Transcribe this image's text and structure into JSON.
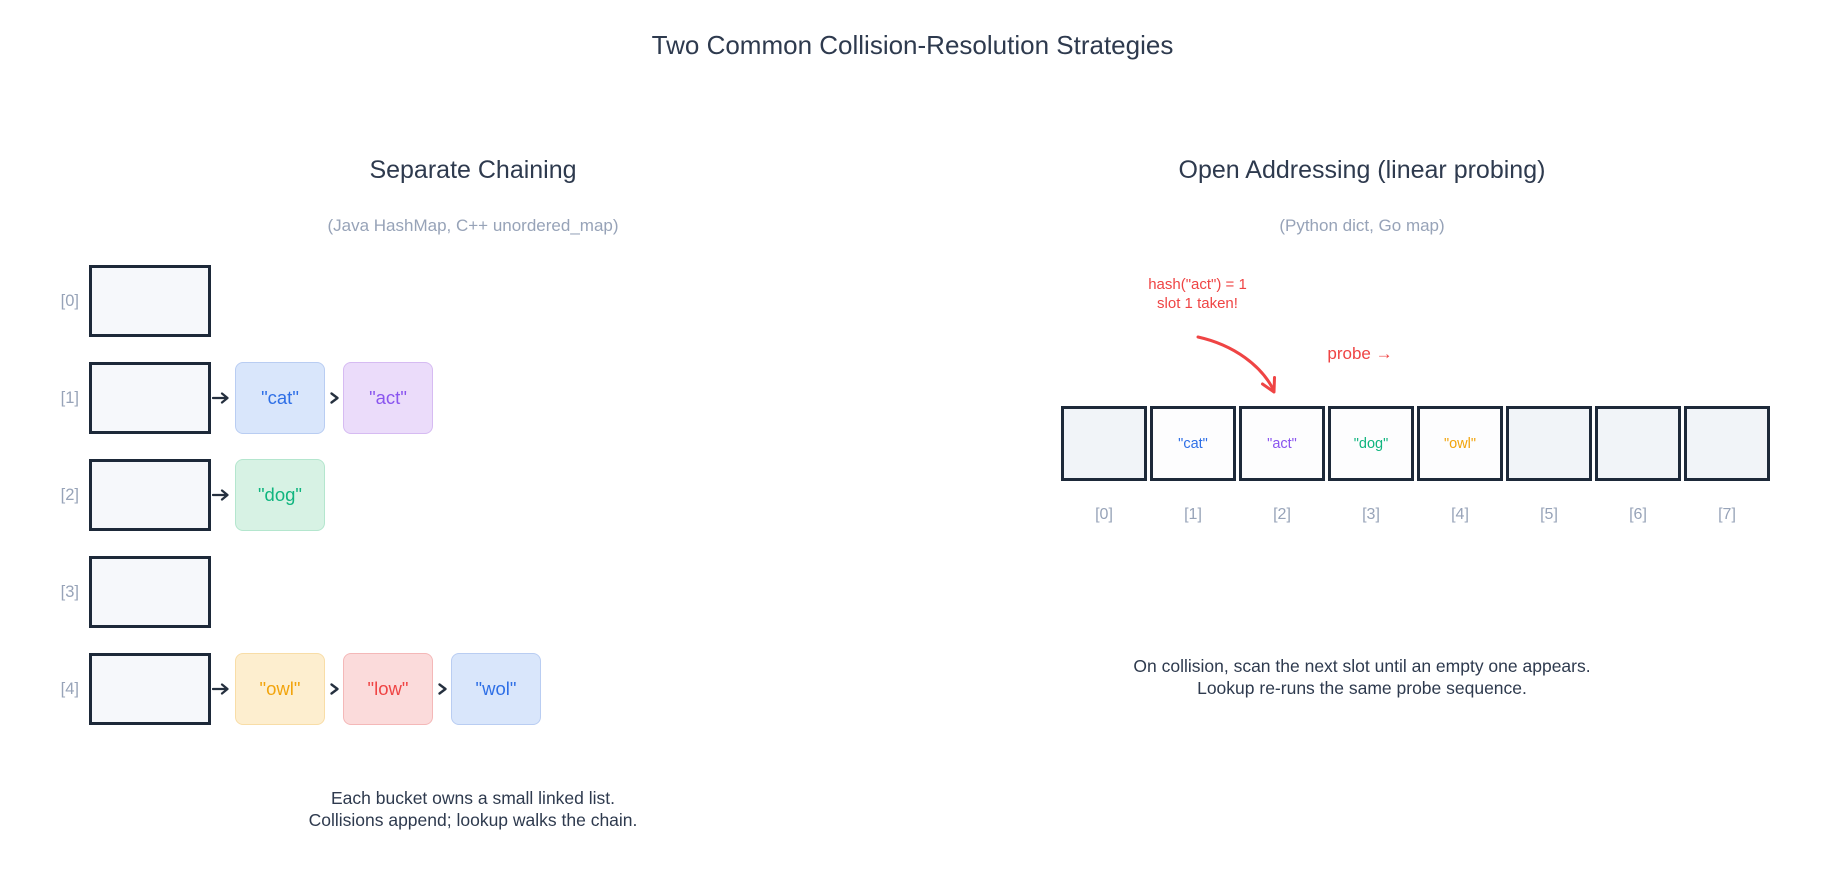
{
  "title": "Two Common Collision-Resolution Strategies",
  "chaining": {
    "heading": "Separate Chaining",
    "subheading": "(Java HashMap, C++ unordered_map)",
    "buckets": [
      {
        "index": "[0]",
        "nodes": []
      },
      {
        "index": "[1]",
        "nodes": [
          {
            "label": "\"cat\"",
            "color": "blue"
          },
          {
            "label": "\"act\"",
            "color": "purple"
          }
        ]
      },
      {
        "index": "[2]",
        "nodes": [
          {
            "label": "\"dog\"",
            "color": "green"
          }
        ]
      },
      {
        "index": "[3]",
        "nodes": []
      },
      {
        "index": "[4]",
        "nodes": [
          {
            "label": "\"owl\"",
            "color": "amber"
          },
          {
            "label": "\"low\"",
            "color": "red"
          },
          {
            "label": "\"wol\"",
            "color": "blue"
          }
        ]
      }
    ],
    "caption1": "Each bucket owns a small linked list.",
    "caption2": "Collisions append; lookup walks the chain."
  },
  "open_addressing": {
    "heading": "Open Addressing (linear probing)",
    "subheading": "(Python dict, Go map)",
    "annotation1": "hash(\"act\") = 1",
    "annotation2": "slot 1 taken!",
    "probe_label": "probe →",
    "slots": [
      {
        "index": "[0]",
        "value": "",
        "color": ""
      },
      {
        "index": "[1]",
        "value": "\"cat\"",
        "color": "blue"
      },
      {
        "index": "[2]",
        "value": "\"act\"",
        "color": "purple"
      },
      {
        "index": "[3]",
        "value": "\"dog\"",
        "color": "green"
      },
      {
        "index": "[4]",
        "value": "\"owl\"",
        "color": "amber"
      },
      {
        "index": "[5]",
        "value": "",
        "color": ""
      },
      {
        "index": "[6]",
        "value": "",
        "color": ""
      },
      {
        "index": "[7]",
        "value": "",
        "color": ""
      }
    ],
    "caption1": "On collision, scan the next slot until an empty one appears.",
    "caption2": "Lookup re-runs the same probe sequence."
  },
  "colors": {
    "ink": "#2e3a4e",
    "muted": "#97a3b8",
    "box_border": "#1d2939",
    "box_fill": "#f6f8fb",
    "slot_empty_fill": "#f1f4f8",
    "slot_filled_fill": "#fdfdfe",
    "accent_red": "#ef4444",
    "blue_text": "#2e6fe6",
    "blue_bg": "#d9e6fb",
    "blue_border": "#b9cdf2",
    "purple_text": "#8a55ef",
    "purple_bg": "#ebdcfa",
    "purple_border": "#d6bbf2",
    "green_text": "#10b57f",
    "green_bg": "#d7f2e4",
    "green_border": "#b4e6ce",
    "amber_text": "#f2a40c",
    "amber_bg": "#fdeecf",
    "amber_border": "#f8dda7",
    "red_text": "#ef4444",
    "red_bg": "#fbdbdb",
    "red_border": "#f4b8b8"
  }
}
